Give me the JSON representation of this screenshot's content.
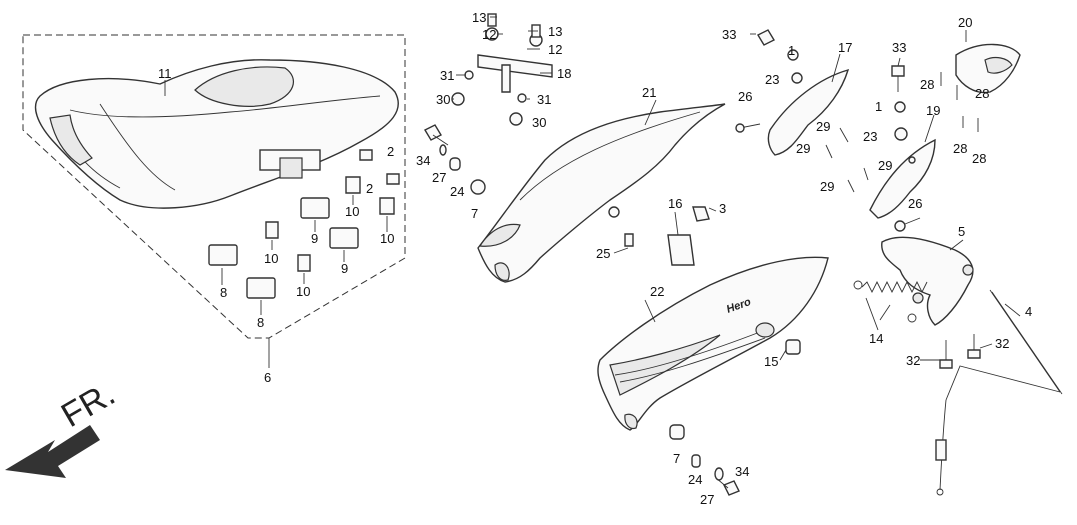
{
  "diagram": {
    "direction_label": "FR.",
    "brand_mark": "Hero",
    "callouts": {
      "c1a": "1",
      "c1b": "1",
      "c2a": "2",
      "c2b": "2",
      "c3": "3",
      "c4": "4",
      "c5": "5",
      "c6": "6",
      "c7a": "7",
      "c7b": "7",
      "c8a": "8",
      "c8b": "8",
      "c9a": "9",
      "c9b": "9",
      "c10a": "10",
      "c10b": "10",
      "c10c": "10",
      "c10d": "10",
      "c11": "11",
      "c12a": "12",
      "c12b": "12",
      "c13a": "13",
      "c13b": "13",
      "c14": "14",
      "c15": "15",
      "c16": "16",
      "c17": "17",
      "c18": "18",
      "c19": "19",
      "c20": "20",
      "c21": "21",
      "c22": "22",
      "c23a": "23",
      "c23b": "23",
      "c24a": "24",
      "c24b": "24",
      "c25": "25",
      "c26a": "26",
      "c26b": "26",
      "c27a": "27",
      "c27b": "27",
      "c28a": "28",
      "c28b": "28",
      "c28c": "28",
      "c28d": "28",
      "c29a": "29",
      "c29b": "29",
      "c29c": "29",
      "c29d": "29",
      "c30a": "30",
      "c30b": "30",
      "c31a": "31",
      "c31b": "31",
      "c32a": "32",
      "c32b": "32",
      "c33a": "33",
      "c33b": "33",
      "c34a": "34",
      "c34b": "34"
    }
  }
}
